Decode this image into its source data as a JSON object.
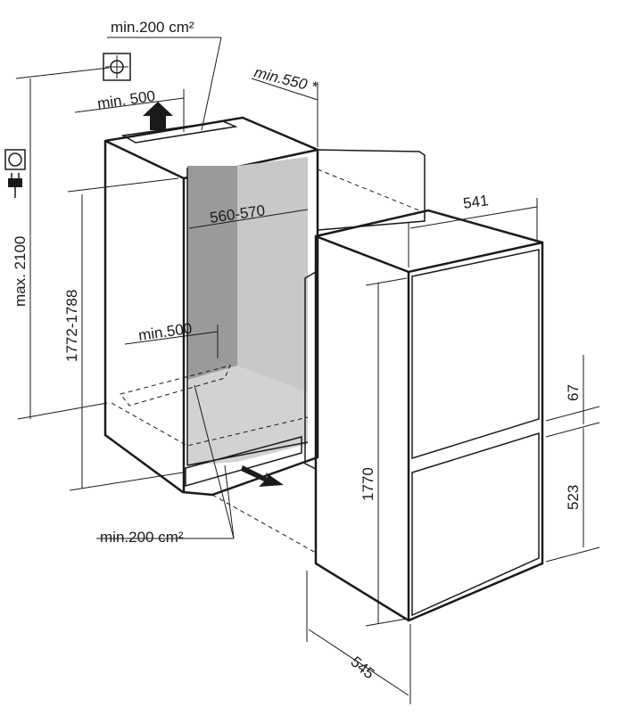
{
  "labels": {
    "vent_top_area": "min.200 cm²",
    "top_clearance": "min. 500",
    "door_clearance": "min.550 *",
    "max_height": "max. 2100",
    "niche_height": "1772-1788",
    "niche_width": "560-570",
    "floor_depth": "min.500",
    "vent_bottom_area": "min.200 cm²",
    "appliance_width": "541",
    "appliance_height": "1770",
    "freezer_depth": "545",
    "gap_height": "67",
    "lower_door_height": "523"
  },
  "icons": {
    "ventilation": "ventilation-symbol-icon",
    "socket": "power-socket-icon",
    "plug": "power-plug-icon"
  },
  "colors": {
    "line": "#1a1a1a",
    "niche_back": "#c8c8c8",
    "niche_side": "#9a9a9a",
    "vent_fill": "#dcdcdc",
    "door_fill": "#e8e8e8"
  }
}
